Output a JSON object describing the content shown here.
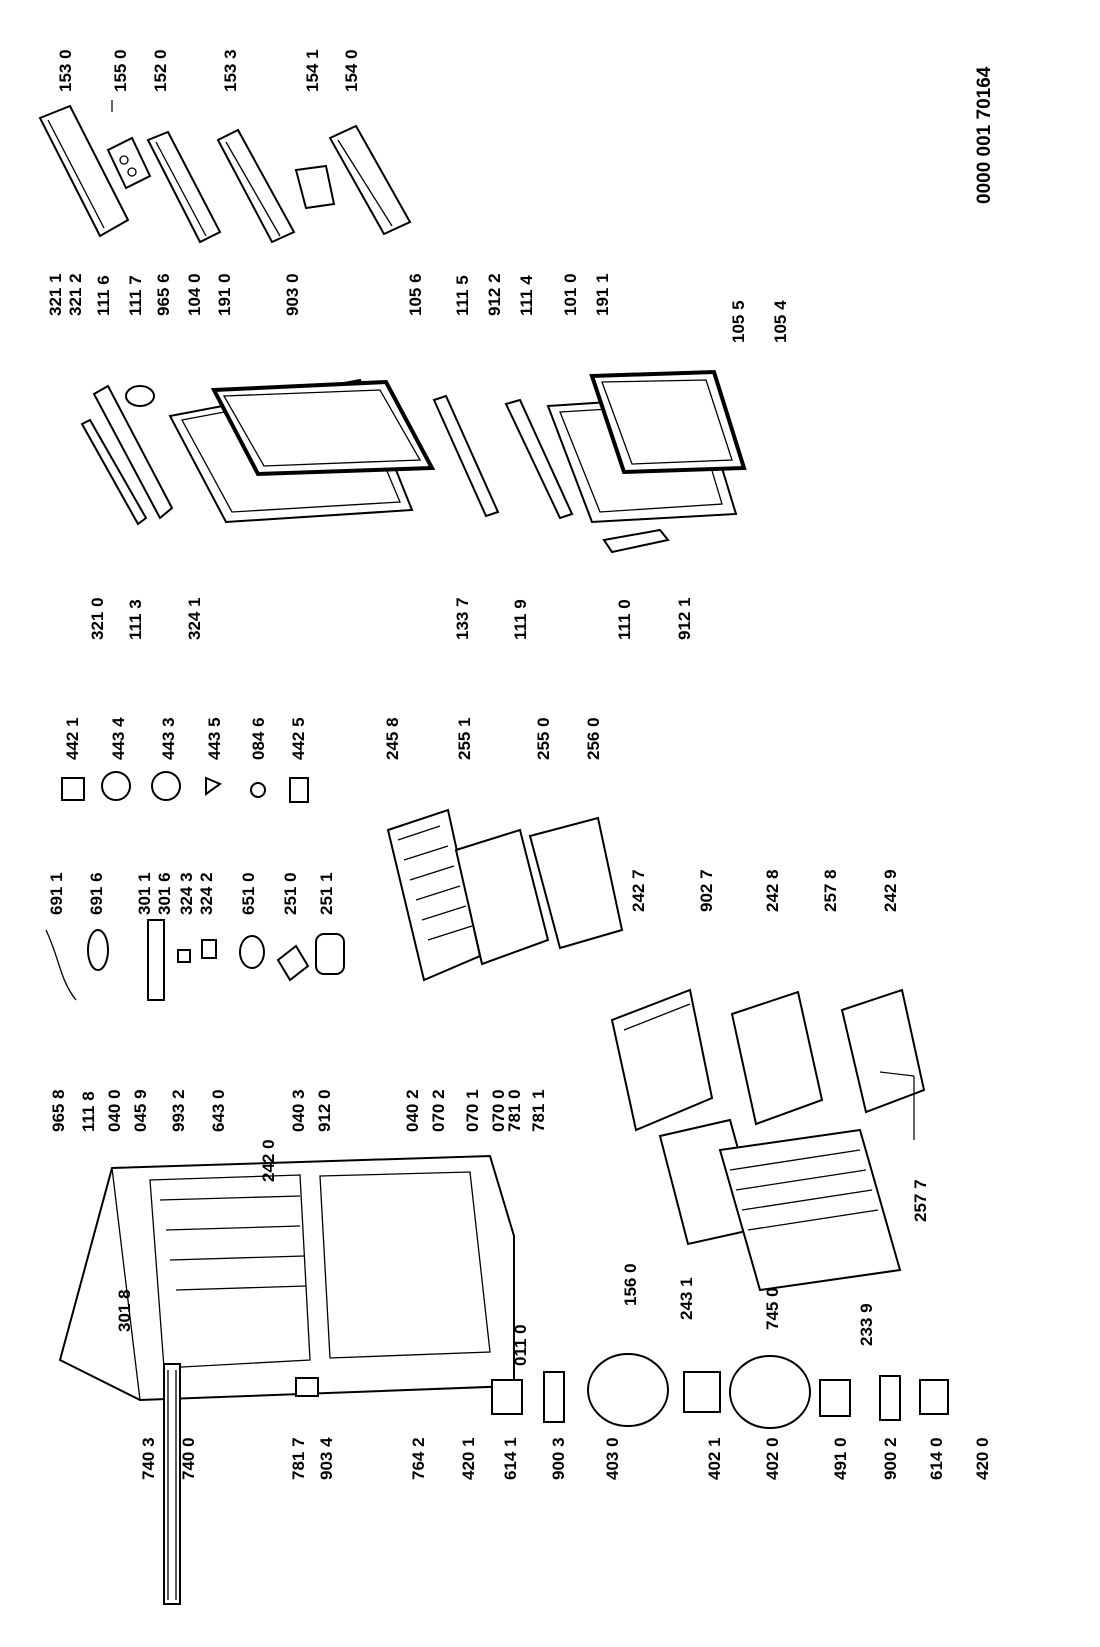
{
  "document_number": "0000 001 70164",
  "labels": {
    "l153_0": "153 0",
    "l155_0": "155 0",
    "l152_0": "152 0",
    "l153_3": "153 3",
    "l154_1": "154 1",
    "l154_0": "154 0",
    "l321_1": "321 1",
    "l321_2": "321 2",
    "l111_6": "111 6",
    "l111_7": "111 7",
    "l965_6": "965 6",
    "l104_0": "104 0",
    "l191_0": "191 0",
    "l903_0": "903 0",
    "l105_6": "105 6",
    "l111_5": "111 5",
    "l912_2": "912 2",
    "l111_4": "111 4",
    "l101_0": "101 0",
    "l191_1": "191 1",
    "l105_5": "105 5",
    "l105_4": "105 4",
    "l321_0": "321 0",
    "l111_3": "111 3",
    "l324_1": "324 1",
    "l133_7": "133 7",
    "l111_9": "111 9",
    "l111_0": "111 0",
    "l912_1": "912 1",
    "l442_1": "442 1",
    "l443_4": "443 4",
    "l443_3": "443 3",
    "l443_5": "443 5",
    "l084_6": "084 6",
    "l442_5": "442 5",
    "l245_8": "245 8",
    "l255_1": "255 1",
    "l255_0": "255 0",
    "l256_0": "256 0",
    "l691_1": "691 1",
    "l691_6": "691 6",
    "l301_1": "301 1",
    "l301_6": "301 6",
    "l324_3": "324 3",
    "l324_2": "324 2",
    "l651_0": "651 0",
    "l251_0": "251 0",
    "l251_1": "251 1",
    "l242_7": "242 7",
    "l902_7": "902 7",
    "l242_8": "242 8",
    "l257_8": "257 8",
    "l242_9": "242 9",
    "l965_8": "965 8",
    "l111_8": "111 8",
    "l040_0": "040 0",
    "l045_9": "045 9",
    "l993_2": "993 2",
    "l643_0": "643 0",
    "l242_0": "242 0",
    "l040_3": "040 3",
    "l912_0": "912 0",
    "l040_2": "040 2",
    "l070_2": "070 2",
    "l070_1": "070 1",
    "l070_0": "070 0",
    "l781_0": "781 0",
    "l781_1": "781 1",
    "l257_7": "257 7",
    "l301_8": "301 8",
    "l011_0": "011 0",
    "l156_0": "156 0",
    "l243_1": "243 1",
    "l745_0": "745 0",
    "l233_9": "233 9",
    "l740_3": "740 3",
    "l740_0": "740 0",
    "l781_7": "781 7",
    "l903_4": "903 4",
    "l764_2": "764 2",
    "l420_1": "420 1",
    "l614_1": "614 1",
    "l900_3": "900 3",
    "l403_0": "403 0",
    "l402_1": "402 1",
    "l402_0": "402 0",
    "l491_0": "491 0",
    "l900_2": "900 2",
    "l614_0": "614 0",
    "l420_0": "420 0"
  }
}
